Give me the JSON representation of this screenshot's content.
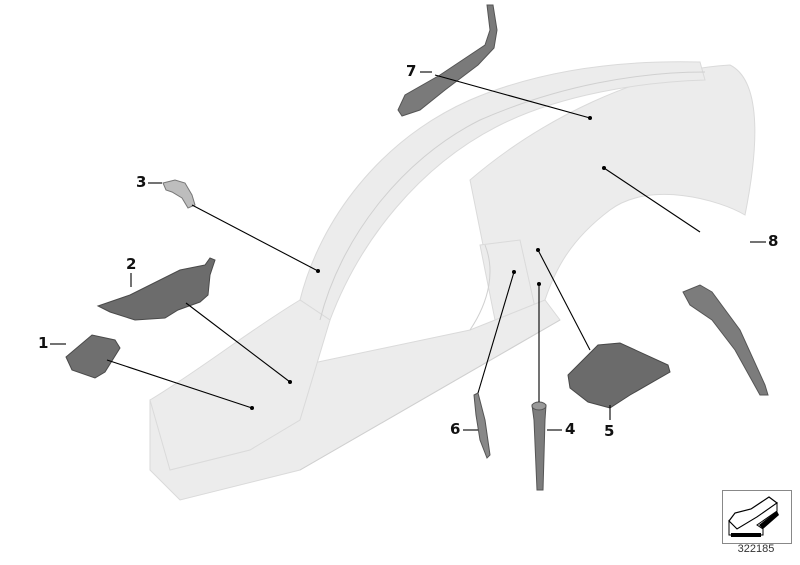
{
  "diagram": {
    "subject": "Car body side frame with insulation/trim parts",
    "diagram_id": "322185",
    "callouts": [
      {
        "number": "1",
        "part": "small-bracket"
      },
      {
        "number": "2",
        "part": "underbody-panel"
      },
      {
        "number": "3",
        "part": "small-clip"
      },
      {
        "number": "4",
        "part": "long-plug"
      },
      {
        "number": "5",
        "part": "wheelhouse-cover"
      },
      {
        "number": "6",
        "part": "pillar-strip"
      },
      {
        "number": "7",
        "part": "roof-frame-cover"
      },
      {
        "number": "8",
        "part": "rear-panel-strip"
      }
    ],
    "colors": {
      "body_fill": "#ececec",
      "body_edge": "#d4d4d4",
      "part_fill": "#6e6e6e",
      "part_edge": "#4a4a4a",
      "leader_line": "#000000"
    },
    "icon": "direction-arrow-icon"
  }
}
